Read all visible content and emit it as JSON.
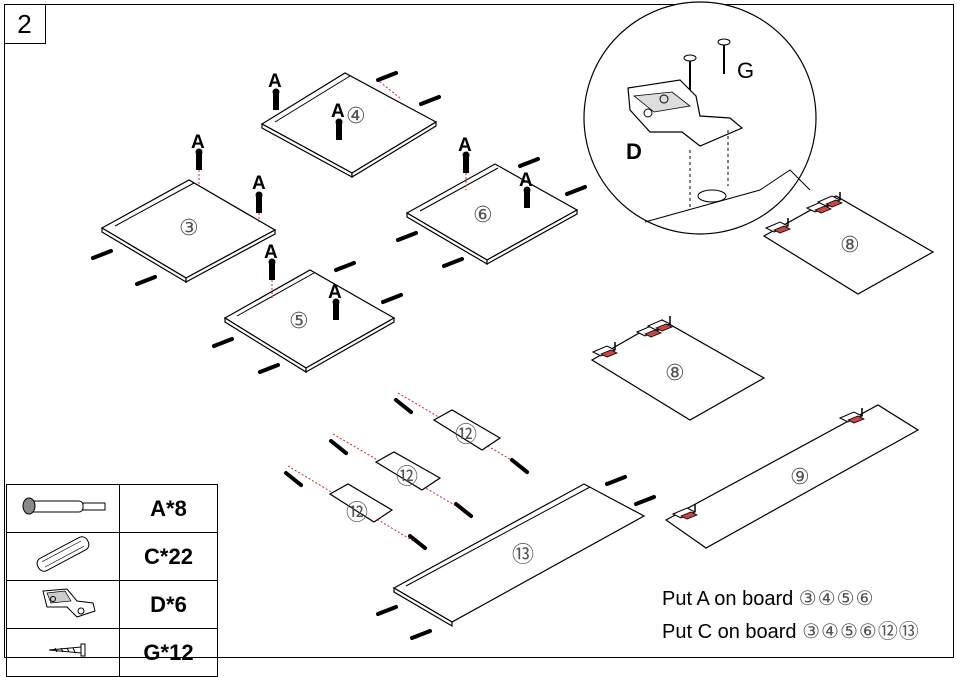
{
  "step_number": "2",
  "labels": {
    "screw_A": "A",
    "hinge_D": "D",
    "screw_G": "G"
  },
  "boards": {
    "b3": "③",
    "b4": "④",
    "b5": "⑤",
    "b6": "⑥",
    "b8_top": "⑧",
    "b8_mid": "⑧",
    "b9": "⑨",
    "b12_a": "⑫",
    "b12_b": "⑫",
    "b12_c": "⑫",
    "b13": "⑬"
  },
  "legend": [
    {
      "icon": "cam-bolt-icon",
      "qty": "A*8"
    },
    {
      "icon": "wooden-dowel-icon",
      "qty": "C*22"
    },
    {
      "icon": "hinge-icon",
      "qty": "D*6"
    },
    {
      "icon": "screw-icon",
      "qty": "G*12"
    }
  ],
  "notes": [
    {
      "prefix": "Put A on board ",
      "boards": "③④⑤⑥"
    },
    {
      "prefix": "Put C on board ",
      "boards": "③④⑤⑥⑫⑬"
    }
  ]
}
